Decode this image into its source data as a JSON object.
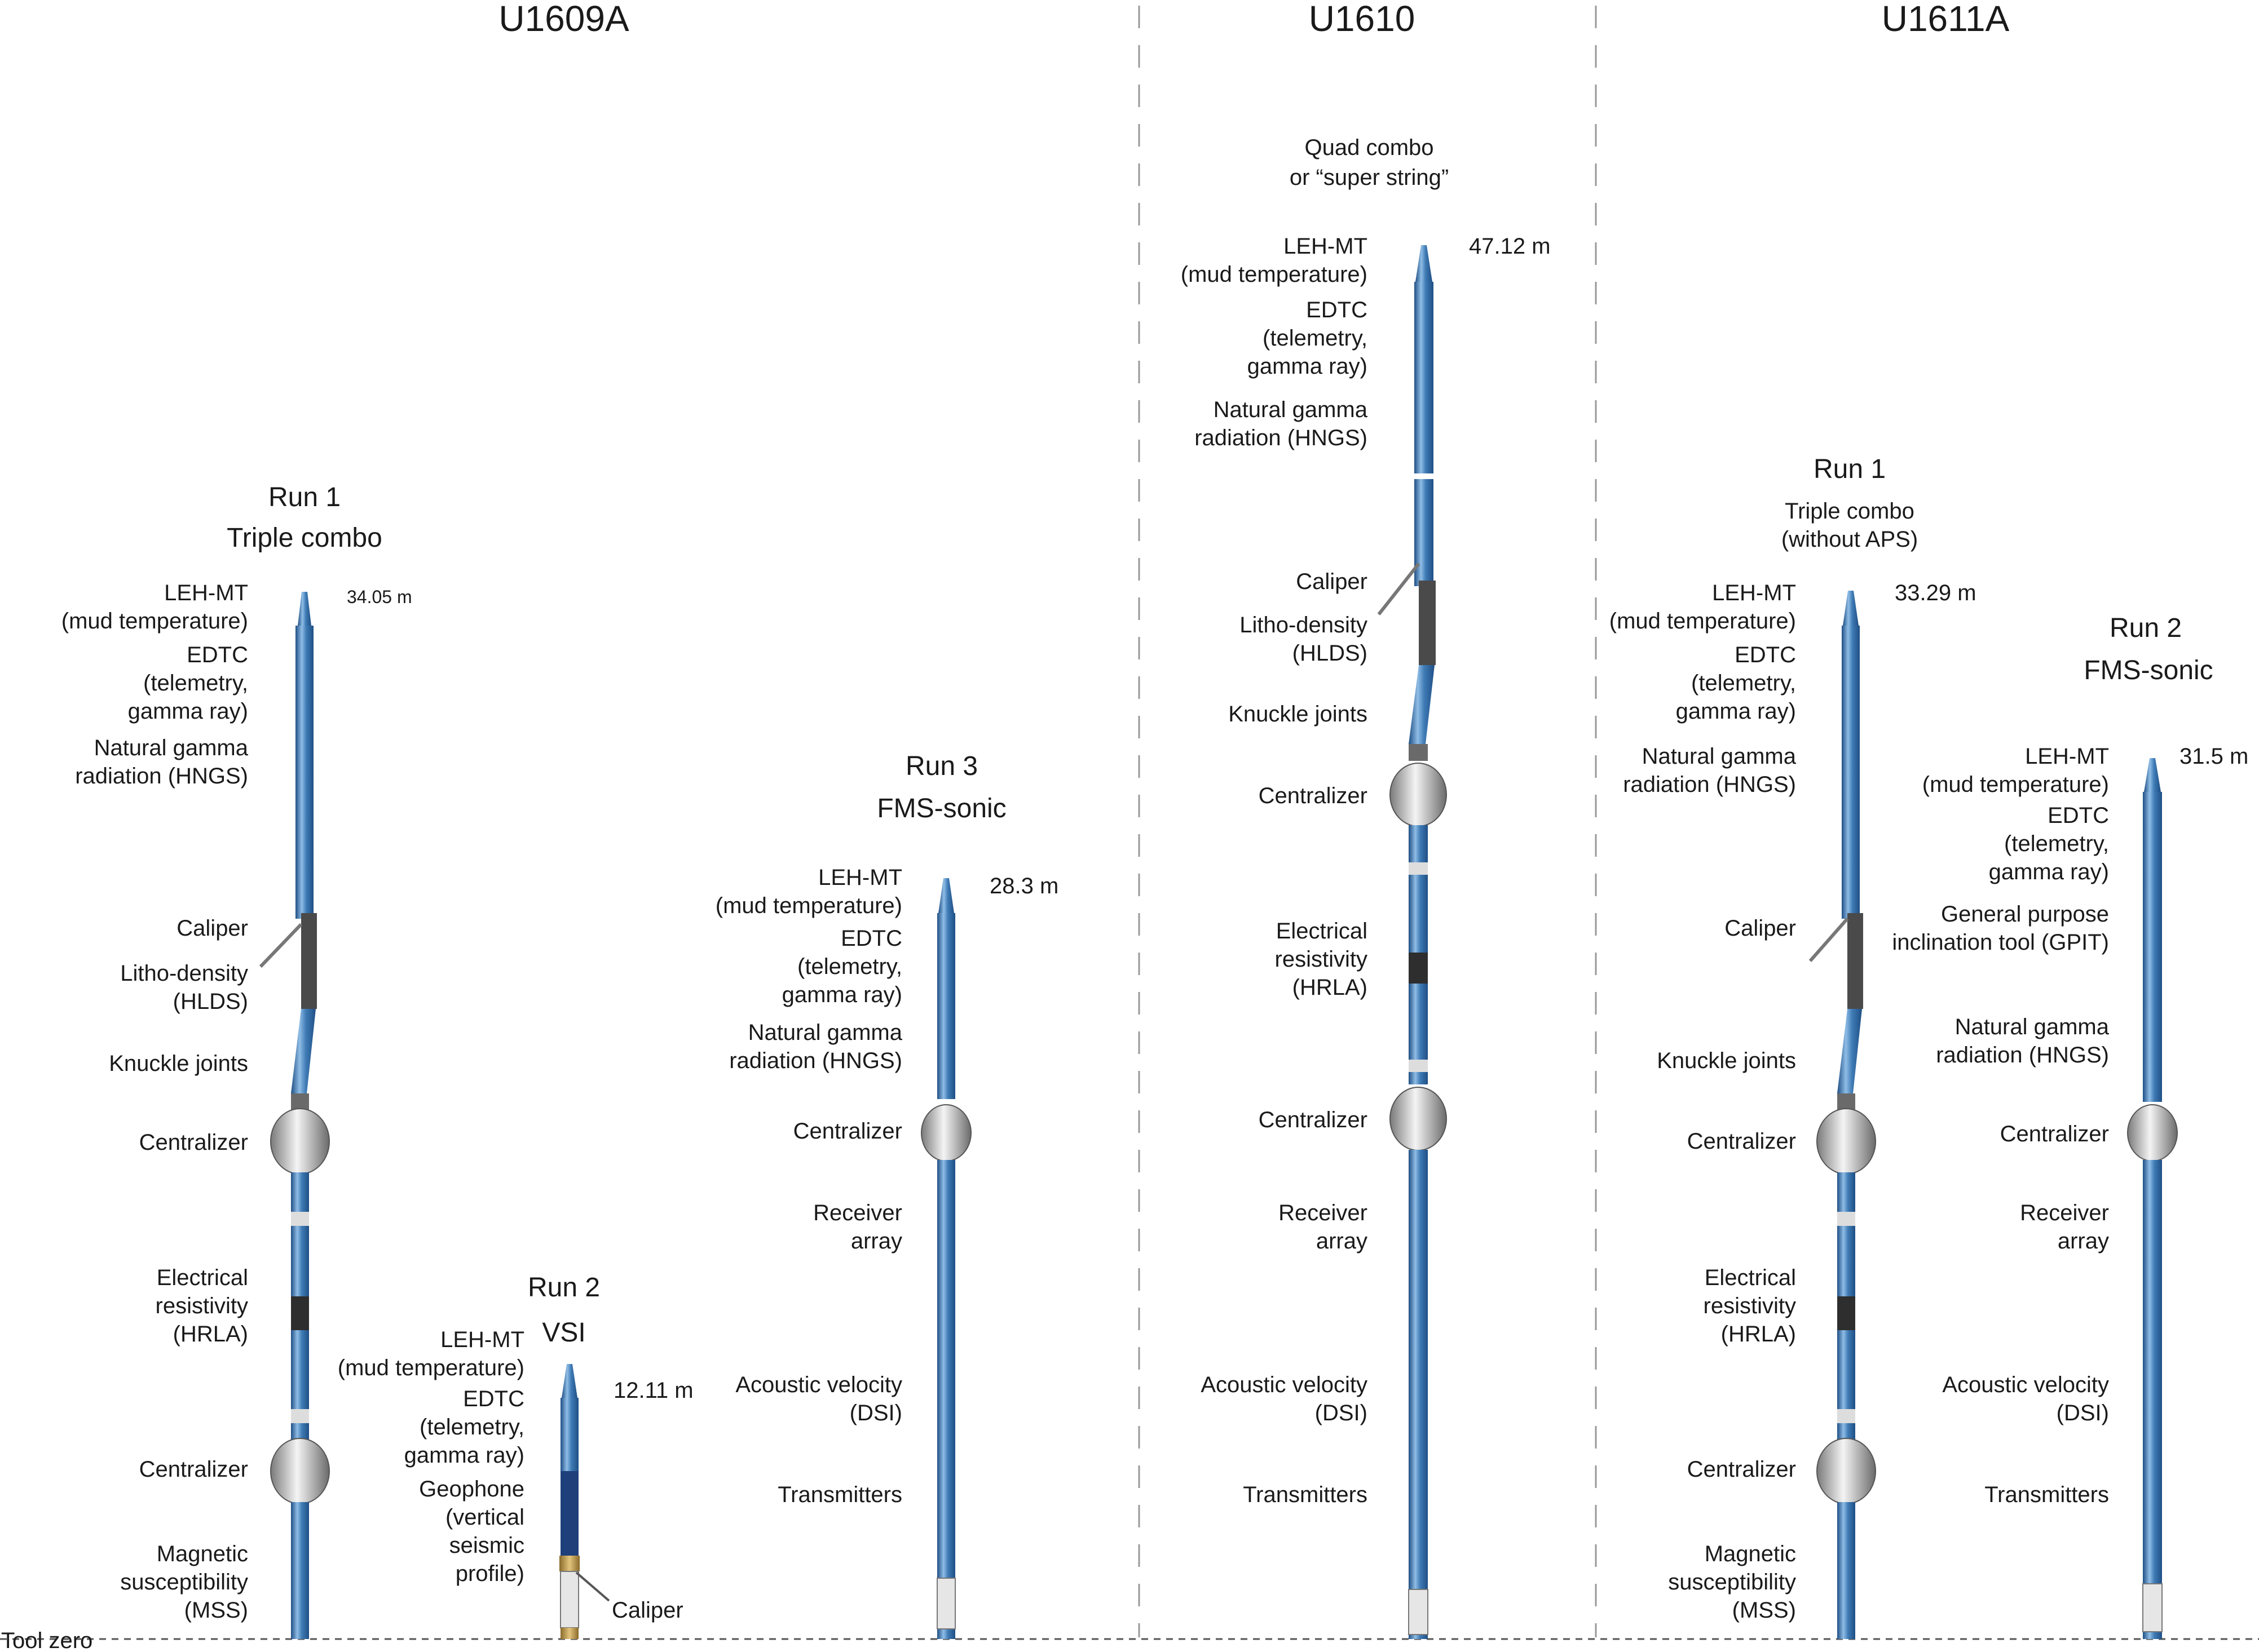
{
  "sites": [
    {
      "name": "U1609A",
      "runs": [
        {
          "title": "Run 1",
          "subtitle": "Triple combo",
          "length": "34.05 m",
          "labels": [
            [
              "LEH-MT",
              "(mud temperature)"
            ],
            [
              "EDTC",
              "(telemetry,",
              "gamma ray)"
            ],
            [
              "Natural gamma",
              "radiation (HNGS)"
            ],
            [
              "Caliper"
            ],
            [
              "Litho-density",
              "(HLDS)"
            ],
            [
              "Knuckle joints"
            ],
            [
              "Centralizer"
            ],
            [
              "Electrical",
              "resistivity",
              "(HRLA)"
            ],
            [
              "Centralizer"
            ],
            [
              "Magnetic",
              "susceptibility",
              "(MSS)"
            ]
          ]
        },
        {
          "title": "Run 2",
          "subtitle": "VSI",
          "length": "12.11 m",
          "labels": [
            [
              "LEH-MT",
              "(mud temperature)"
            ],
            [
              "EDTC",
              "(telemetry,",
              "gamma ray)"
            ],
            [
              "Geophone",
              "(vertical",
              "seismic",
              "profile)"
            ],
            [
              "Caliper"
            ]
          ]
        },
        {
          "title": "Run 3",
          "subtitle": "FMS-sonic",
          "length": "28.3 m",
          "labels": [
            [
              "LEH-MT",
              "(mud temperature)"
            ],
            [
              "EDTC",
              "(telemetry,",
              "gamma ray)"
            ],
            [
              "Natural gamma",
              "radiation (HNGS)"
            ],
            [
              "Centralizer"
            ],
            [
              "Receiver",
              "array"
            ],
            [
              "Acoustic velocity",
              "(DSI)"
            ],
            [
              "Transmitters"
            ]
          ]
        }
      ]
    },
    {
      "name": "U1610",
      "runs": [
        {
          "title": "Quad combo",
          "subtitle": "or “super string”",
          "length": "47.12 m",
          "labels": [
            [
              "LEH-MT",
              "(mud temperature)"
            ],
            [
              "EDTC",
              "(telemetry,",
              "gamma ray)"
            ],
            [
              "Natural gamma",
              "radiation (HNGS)"
            ],
            [
              "Caliper"
            ],
            [
              "Litho-density",
              "(HLDS)"
            ],
            [
              "Knuckle joints"
            ],
            [
              "Centralizer"
            ],
            [
              "Electrical",
              "resistivity",
              "(HRLA)"
            ],
            [
              "Centralizer"
            ],
            [
              "Receiver",
              "array"
            ],
            [
              "Acoustic velocity",
              "(DSI)"
            ],
            [
              "Transmitters"
            ]
          ]
        }
      ]
    },
    {
      "name": "U1611A",
      "runs": [
        {
          "title": "Run 1",
          "subtitle": "Triple combo",
          "subtitle2": "(without APS)",
          "length": "33.29 m",
          "labels": [
            [
              "LEH-MT",
              "(mud temperature)"
            ],
            [
              "EDTC",
              "(telemetry,",
              "gamma ray)"
            ],
            [
              "Natural gamma",
              "radiation (HNGS)"
            ],
            [
              "Caliper"
            ],
            [
              "Knuckle joints"
            ],
            [
              "Centralizer"
            ],
            [
              "Electrical",
              "resistivity",
              "(HRLA)"
            ],
            [
              "Centralizer"
            ],
            [
              "Magnetic",
              "susceptibility",
              "(MSS)"
            ]
          ]
        },
        {
          "title": "Run 2",
          "subtitle": "FMS-sonic",
          "length": "31.5 m",
          "labels": [
            [
              "LEH-MT",
              "(mud temperature)"
            ],
            [
              "EDTC",
              "(telemetry,",
              "gamma ray)"
            ],
            [
              "General purpose",
              "inclination tool (GPIT)"
            ],
            [
              "Natural gamma",
              "radiation (HNGS)"
            ],
            [
              "Centralizer"
            ],
            [
              "Receiver",
              "array"
            ],
            [
              "Acoustic velocity",
              "(DSI)"
            ],
            [
              "Transmitters"
            ]
          ]
        }
      ]
    }
  ],
  "baseline_label": "Tool zero",
  "colors": {
    "tool_body": "#3f7bb5",
    "tool_highlight": "#8fbde6",
    "tool_dark": "#1f4f85",
    "text": "#1a1a1a",
    "divider": "#999999"
  }
}
